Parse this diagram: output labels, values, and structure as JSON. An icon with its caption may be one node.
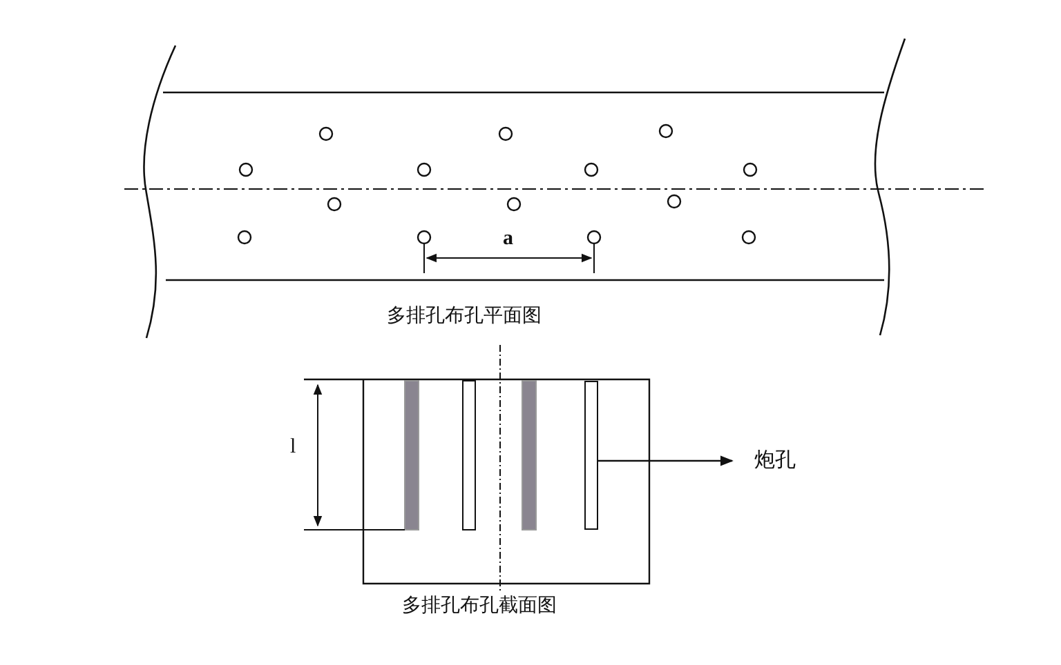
{
  "diagram": {
    "nodes": [
      {
        "text": [
          "炮孔"
        ]
      },
      {
        "text": [],
        "shape": "bar"
      }
    ],
    "edges": [
      {
        "from": 1,
        "to": 0,
        "arrow": "to"
      }
    ],
    "labels": [
      "a",
      "多排孔布孔平面图",
      "l",
      "多排孔布孔截面图"
    ]
  }
}
